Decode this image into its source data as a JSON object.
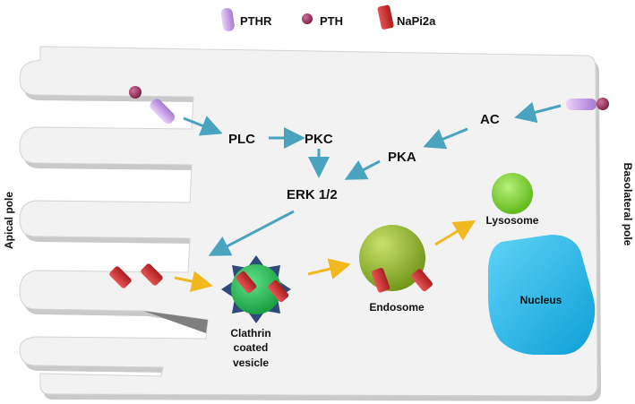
{
  "legend": [
    {
      "label": "PTHR",
      "icon": "pthr-receptor-icon"
    },
    {
      "label": "PTH",
      "icon": "pth-ligand-icon"
    },
    {
      "label": "NaPi2a",
      "icon": "napi2a-transporter-icon"
    }
  ],
  "pathway": {
    "plc": "PLC",
    "pkc": "PKC",
    "erk": "ERK 1/2",
    "pka": "PKA",
    "ac": "AC"
  },
  "organelles": {
    "clathrin_line1": "Clathrin",
    "clathrin_line2": "coated",
    "clathrin_line3": "vesicle",
    "endosome": "Endosome",
    "lysosome": "Lysosome",
    "nucleus": "Nucleus"
  },
  "poles": {
    "apical": "Apical pole",
    "basolateral": "Basolateral pole"
  },
  "colors": {
    "cell_fill": "#f2f2f2",
    "cell_shadow": "#c9c9c9",
    "signal_arrow": "#4aa3bf",
    "traffic_arrow": "#f2b81f",
    "pthr": "#c9a3e6",
    "pth": "#9b2d5c",
    "napi2a": "#cc2e2e",
    "vesicle_green": "#22b04b",
    "clathrin_coat": "#2e4a7a",
    "endosome": "#8fb72a",
    "lysosome": "#7ed321",
    "nucleus": "#1fb4e8"
  }
}
